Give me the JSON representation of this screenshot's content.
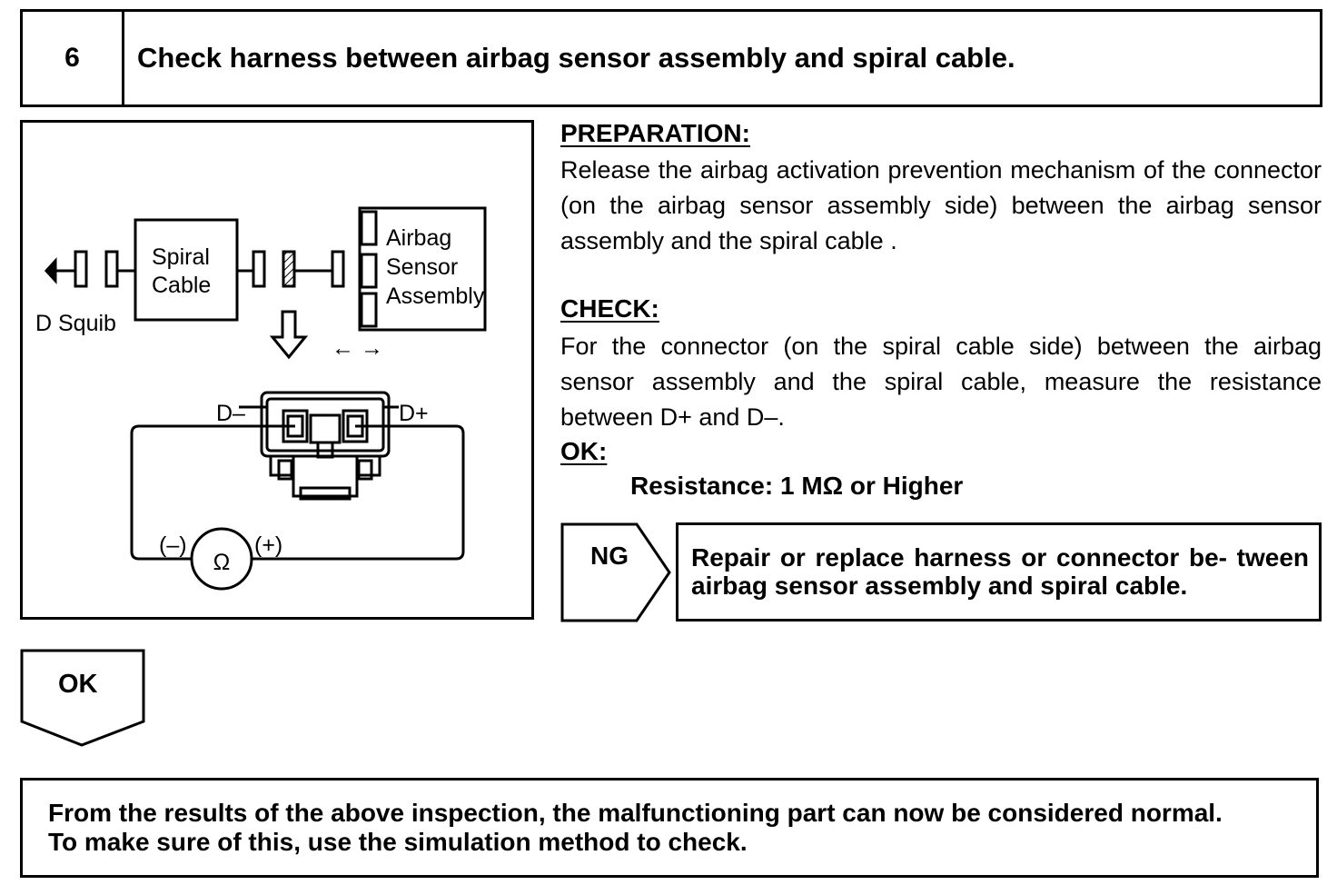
{
  "step": {
    "number": "6",
    "title": "Check harness between airbag sensor assembly and spiral cable."
  },
  "diagram": {
    "spiral_cable_line1": "Spiral",
    "spiral_cable_line2": "Cable",
    "sensor_line1": "Airbag",
    "sensor_line2": "Sensor",
    "sensor_line3": "Assembly",
    "squib_label": "D Squib",
    "direction_arrows": "← →",
    "terminal_minus": "D–",
    "terminal_plus": "D+",
    "probe_minus": "(–)",
    "probe_plus": "(+)",
    "ohmmeter_symbol": "Ω"
  },
  "preparation": {
    "heading": "PREPARATION:",
    "body": "Release the airbag activation prevention mechanism of the connector (on the airbag sensor assembly side) between the airbag sensor assembly and the spiral cable ."
  },
  "check": {
    "heading": "CHECK:",
    "body": "For the connector (on the spiral cable side) between the airbag sensor assembly and the spiral cable, measure the resistance between D+ and D–."
  },
  "ok_spec": {
    "heading": "OK:",
    "value": "Resistance: 1 MΩ or Higher"
  },
  "ng": {
    "label": "NG",
    "action": "Repair or replace harness or connector be- tween airbag sensor assembly and spiral cable."
  },
  "ok_result": {
    "label": "OK"
  },
  "conclusion": {
    "line1": "From the results of the above inspection, the malfunctioning part can now be considered normal.",
    "line2": "To make sure of this, use the simulation method to check."
  }
}
